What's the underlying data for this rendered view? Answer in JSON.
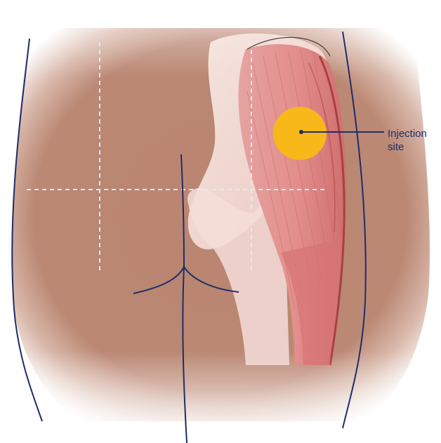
{
  "diagram": {
    "callout": {
      "line1": "Injection",
      "line2": "site"
    },
    "colors": {
      "skin": "#b98570",
      "skin_edge": "#ffffff",
      "bone": "#f3d9d4",
      "muscle": "#df8585",
      "muscle_dark": "#b84c4c",
      "muscle_light": "#ee9f9f",
      "outline": "#1f2d6b",
      "guide_line": "#dfe7f5",
      "target": "#f8b81a",
      "label": "#1b2f6b"
    },
    "icons": {
      "target": "yellow-circle",
      "pointer": "dot-with-leader-line"
    }
  }
}
